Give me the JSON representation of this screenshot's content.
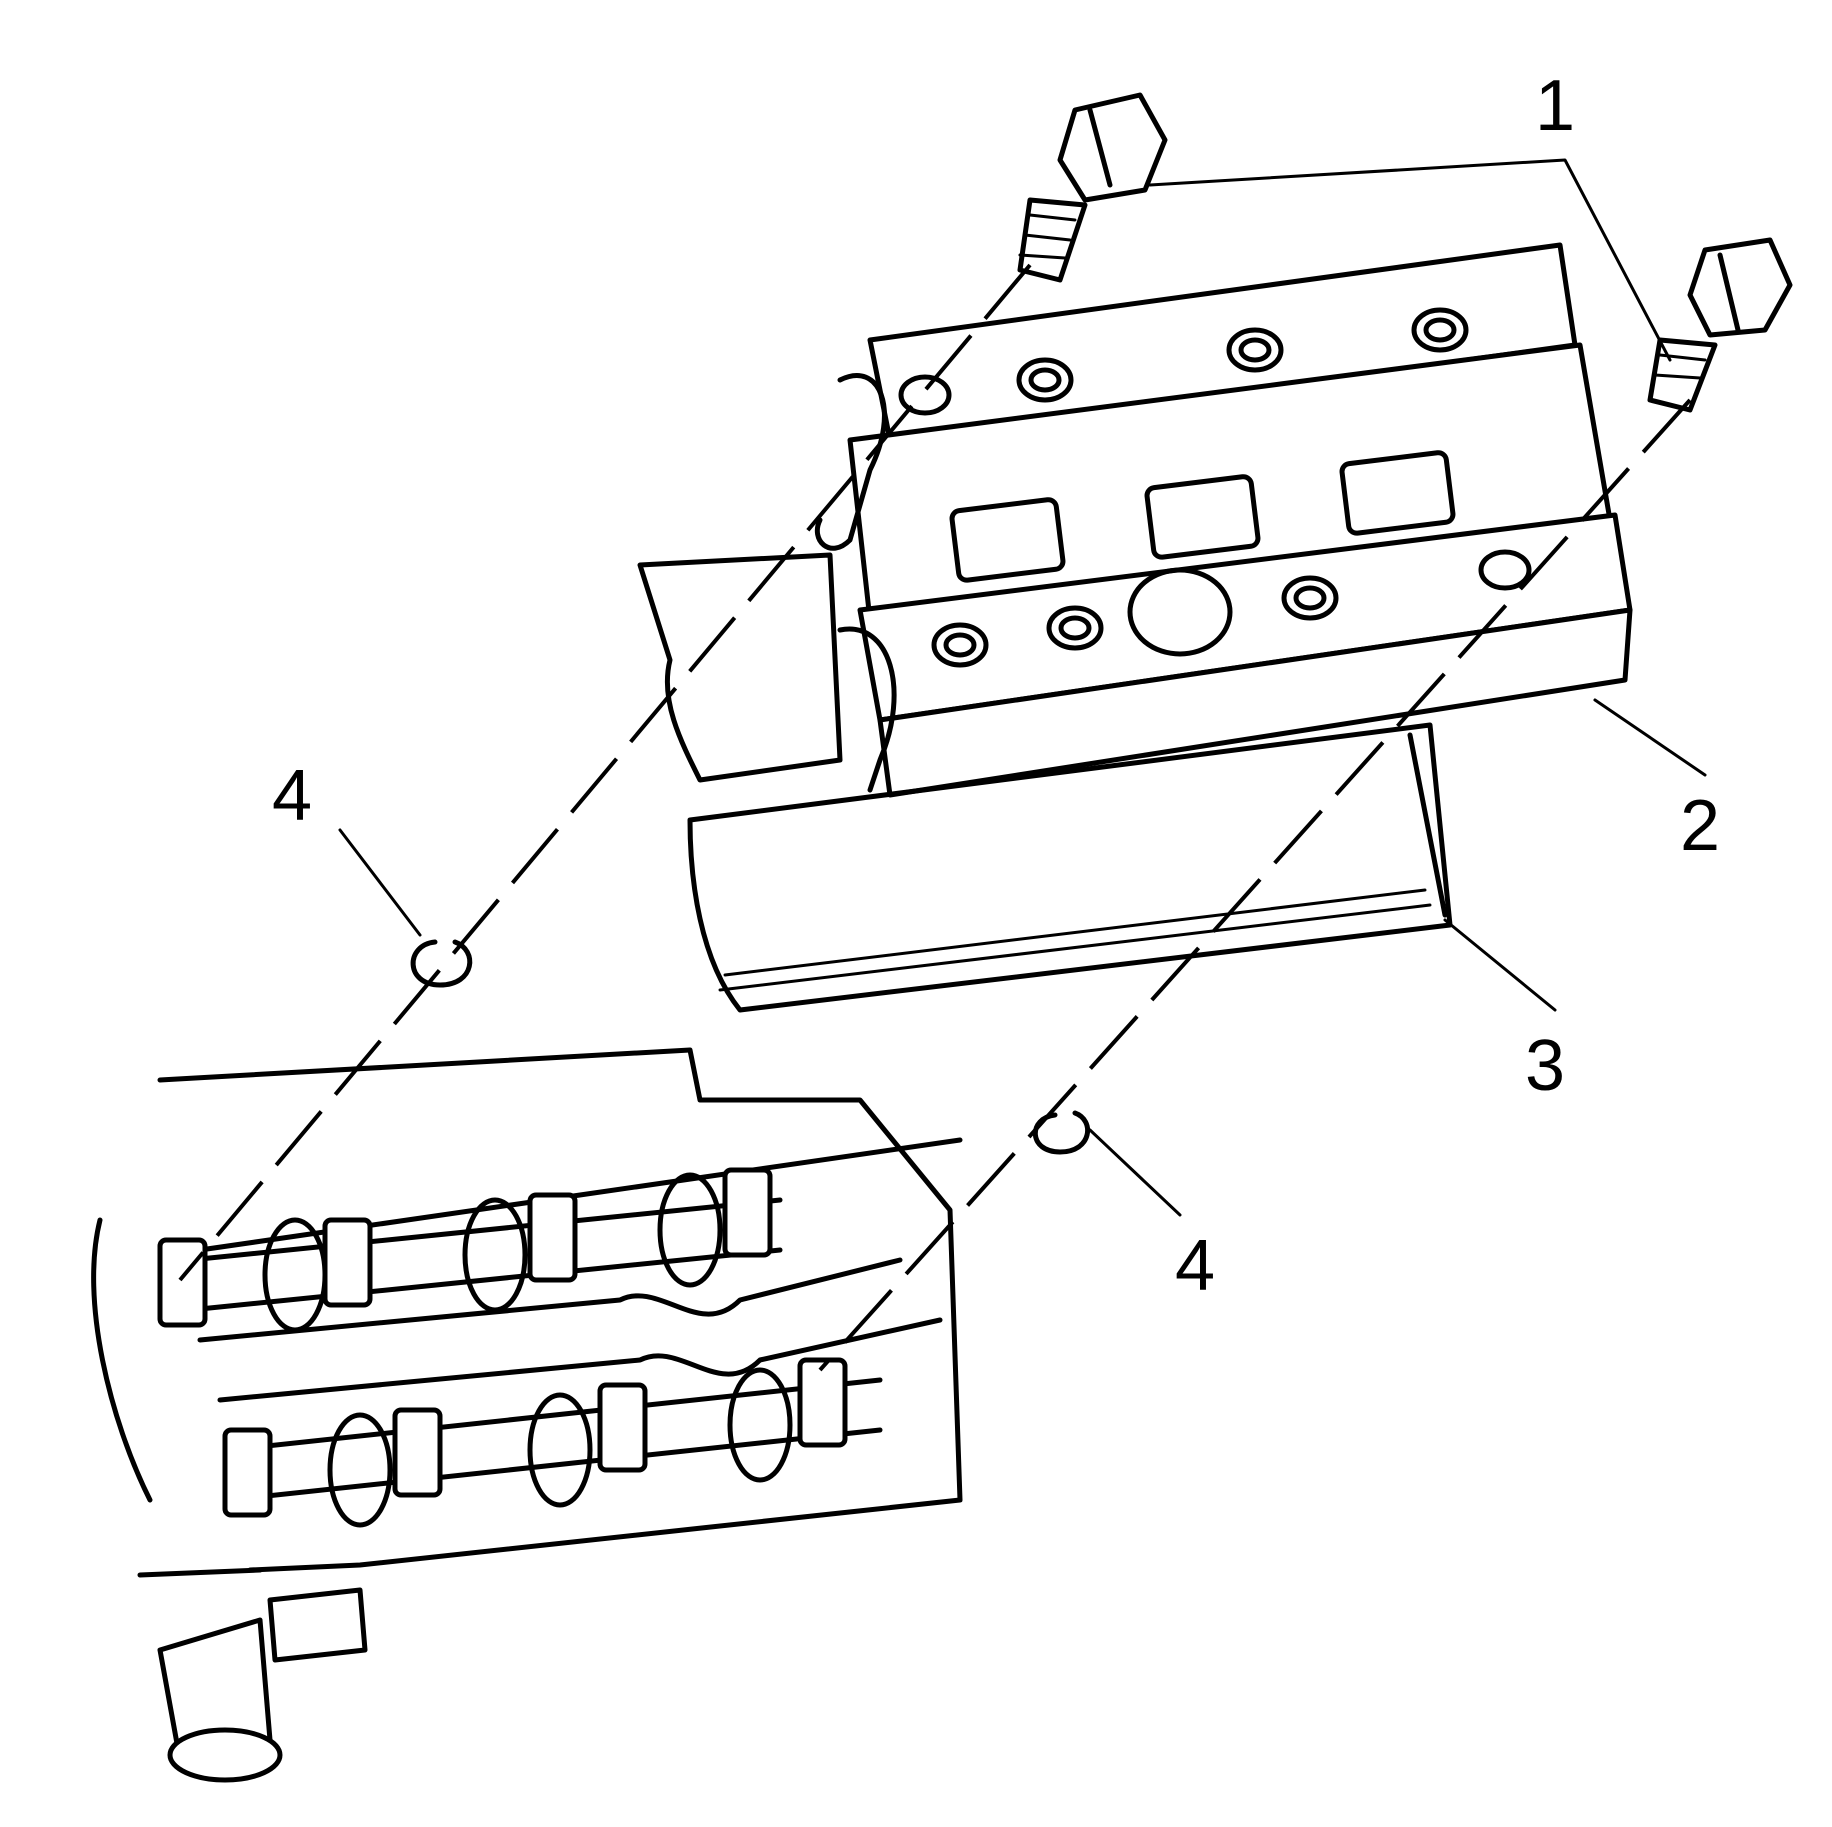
{
  "callouts": {
    "c1": "1",
    "c2": "2",
    "c3": "3",
    "c4a": "4",
    "c4b": "4"
  },
  "colors": {
    "line": "#000000",
    "background": "#ffffff"
  }
}
